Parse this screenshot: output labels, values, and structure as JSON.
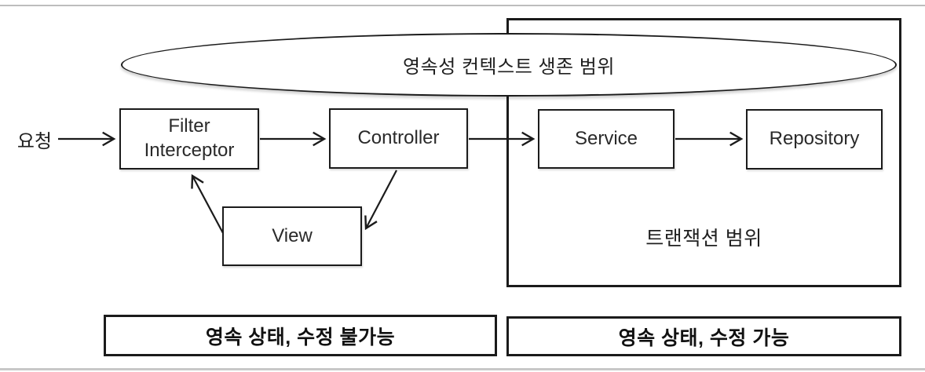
{
  "labels": {
    "request": "요청",
    "persistence_scope": "영속성 컨텍스트 생존 범위",
    "transaction_scope": "트랜잭션 범위"
  },
  "nodes": {
    "filter_interceptor": "Filter\nInterceptor",
    "controller": "Controller",
    "service": "Service",
    "repository": "Repository",
    "view": "View"
  },
  "legend": {
    "left": "영속 상태, 수정 불가능",
    "right": "영속 상태, 수정 가능"
  },
  "colors": {
    "line": "#1b1b1b",
    "hairline": "#c8c8c8",
    "background": "#ffffff"
  }
}
